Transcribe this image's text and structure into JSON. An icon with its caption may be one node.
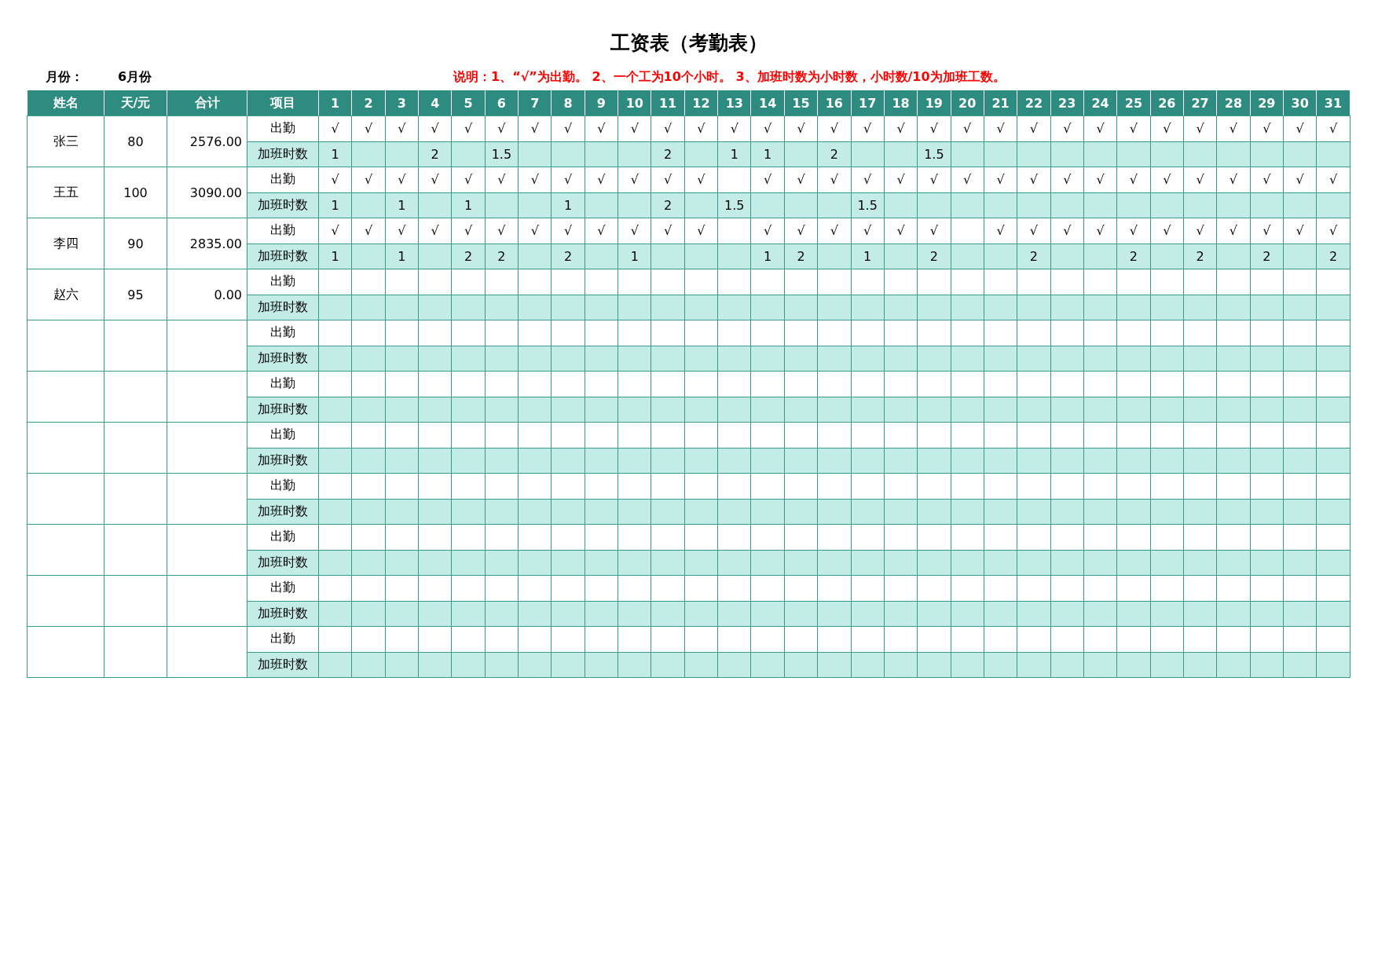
{
  "diagram": {
    "title": "工资表（考勤表）",
    "labels": [
      "月份：",
      "6月份",
      "说明：1、“√”为出勤。 2、一个工为10个小时。 3、加班时数为小时数，小时数/10为加班工数。",
      "姓名",
      "天/元",
      "合计",
      "项目",
      "1",
      "2",
      "3",
      "4",
      "5",
      "6",
      "7",
      "8",
      "9",
      "10",
      "11",
      "12",
      "13",
      "14",
      "15",
      "16",
      "17",
      "18",
      "19",
      "20",
      "21",
      "22",
      "23",
      "24",
      "25",
      "26",
      "27",
      "28",
      "29",
      "30",
      "31",
      "张三",
      "80",
      "2576.00",
      "出勤",
      "√",
      "√",
      "√",
      "√",
      "√",
      "√",
      "√",
      "√",
      "√",
      "√",
      "√",
      "√",
      "√",
      "√",
      "√",
      "√",
      "√",
      "√",
      "√",
      "√",
      "√",
      "√",
      "√",
      "√",
      "√",
      "√",
      "√",
      "√",
      "√",
      "√",
      "√",
      "加班时数",
      "1",
      "2",
      "1.5",
      "2",
      "1",
      "1",
      "2",
      "1.5",
      "王五",
      "100",
      "3090.00",
      "出勤",
      "√",
      "√",
      "√",
      "√",
      "√",
      "√",
      "√",
      "√",
      "√",
      "√",
      "√",
      "√",
      "√",
      "√",
      "√",
      "√",
      "√",
      "√",
      "√",
      "√",
      "√",
      "√",
      "√",
      "√",
      "√",
      "√",
      "√",
      "√",
      "√",
      "√",
      "加班时数",
      "1",
      "1",
      "1",
      "1",
      "2",
      "1.5",
      "1.5",
      "李四",
      "90",
      "2835.00",
      "出勤",
      "√",
      "√",
      "√",
      "√",
      "√",
      "√",
      "√",
      "√",
      "√",
      "√",
      "√",
      "√",
      "√",
      "√",
      "√",
      "√",
      "√",
      "√",
      "√",
      "√",
      "√",
      "√",
      "√",
      "√",
      "√",
      "√",
      "√",
      "√",
      "√",
      "加班时数",
      "1",
      "1",
      "2",
      "2",
      "2",
      "1",
      "1",
      "2",
      "1",
      "2",
      "2",
      "2",
      "2",
      "2",
      "2",
      "赵六",
      "95",
      "0.00",
      "出勤",
      "加班时数",
      "出勤",
      "加班时数",
      "出勤",
      "加班时数",
      "出勤",
      "加班时数",
      "出勤",
      "加班时数",
      "出勤",
      "加班时数",
      "出勤",
      "加班时数",
      "出勤",
      "加班时数"
    ]
  }
}
